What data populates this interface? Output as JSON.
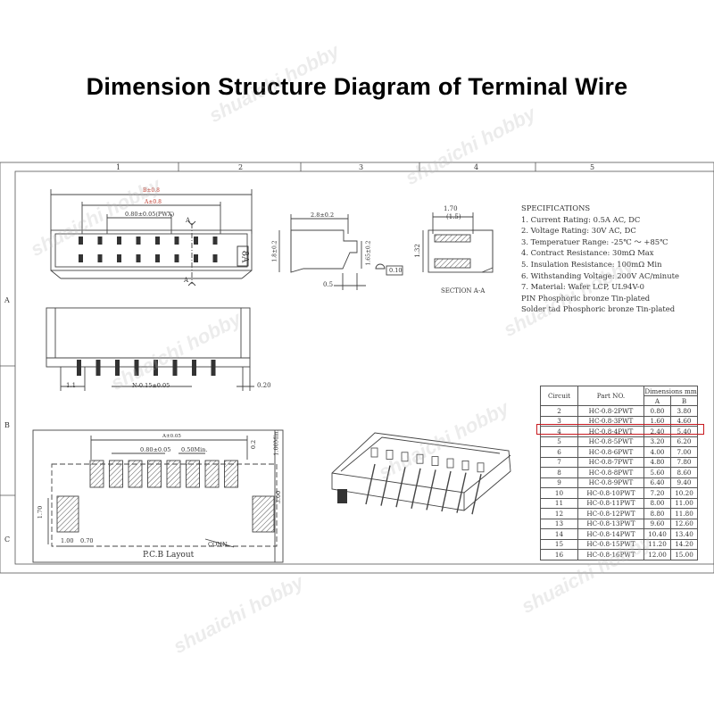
{
  "title": "Dimension Structure Diagram of Terminal Wire",
  "watermark": "shuaichi hobby",
  "frame": {
    "columns": [
      "1",
      "2",
      "3",
      "4",
      "5"
    ],
    "rows": [
      "A",
      "B",
      "C"
    ]
  },
  "drawing": {
    "top_dim_b": "B±0.8",
    "top_dim_a": "A±0.8",
    "pitch_label": "0.80±0.05(PWX)",
    "section_marker": "A",
    "side_label": "8A",
    "side_view_width": "2.8±0.2",
    "side_view_height": "1.8±0.2",
    "side_view_height2": "1.65±0.2",
    "side_view_bottom": "0.5",
    "side_view_flat": "0.10",
    "section_dim_top": "1.70",
    "section_dim_top2": "(1.5)",
    "section_dim_height": "1.32",
    "section_caption": "SECTION A-A",
    "front_dim_left": "1.1",
    "front_dim_pins": "N-0.15±0.05",
    "front_dim_right": "0.20",
    "pcb_dim_a": "A±0.05",
    "pcb_dim_pitch": "0.80±0.05",
    "pcb_dim_min": "0.50Min.",
    "pcb_dim_02": "0.2",
    "pcb_dim_100min": "1.00Min.",
    "pcb_dim_300": "3.00",
    "pcb_dim_170": "1.70",
    "pcb_dim_100": "1.00",
    "pcb_dim_070": "0.70",
    "pcb_conn": "CONN.",
    "pcb_caption": "P.C.B Layout"
  },
  "specs": {
    "heading": "SPECIFICATIONS",
    "lines": [
      "1. Current Rating: 0.5A  AC, DC",
      "2. Voltage Rating: 30V AC, DC",
      "3. Temperatuer Range: -25℃ ～ +85℃",
      "4. Contract Resistance: 30mΩ Max",
      "5. Insulation Resistance: 100mΩ Min",
      "6. Withstanding Voltage: 200V AC/minute",
      "7. Material: Wafer LCP, UL94V-0",
      "   PIN Phosphoric bronze Tin-plated",
      "   Solder tad Phosphoric bronze Tin-plated"
    ]
  },
  "part_table": {
    "headers": {
      "circuit": "Circuit",
      "part_no": "Part NO.",
      "dimensions": "Dimensions mm",
      "a": "A",
      "b": "B"
    },
    "highlighted_circuit": "4",
    "highlight_color": "#c8191f",
    "rows": [
      [
        "2",
        "HC-0.8-2PWT",
        "0.80",
        "3.80"
      ],
      [
        "3",
        "HC-0.8-3PWT",
        "1.60",
        "4.60"
      ],
      [
        "4",
        "HC-0.8-4PWT",
        "2.40",
        "5.40"
      ],
      [
        "5",
        "HC-0.8-5PWT",
        "3.20",
        "6.20"
      ],
      [
        "6",
        "HC-0.8-6PWT",
        "4.00",
        "7.00"
      ],
      [
        "7",
        "HC-0.8-7PWT",
        "4.80",
        "7.80"
      ],
      [
        "8",
        "HC-0.8-8PWT",
        "5.60",
        "8.60"
      ],
      [
        "9",
        "HC-0.8-9PWT",
        "6.40",
        "9.40"
      ],
      [
        "10",
        "HC-0.8-10PWT",
        "7.20",
        "10.20"
      ],
      [
        "11",
        "HC-0.8-11PWT",
        "8.00",
        "11.00"
      ],
      [
        "12",
        "HC-0.8-12PWT",
        "8.80",
        "11.80"
      ],
      [
        "13",
        "HC-0.8-13PWT",
        "9.60",
        "12.60"
      ],
      [
        "14",
        "HC-0.8-14PWT",
        "10.40",
        "13.40"
      ],
      [
        "15",
        "HC-0.8-15PWT",
        "11.20",
        "14.20"
      ],
      [
        "16",
        "HC-0.8-16PWT",
        "12.00",
        "15.00"
      ]
    ]
  }
}
